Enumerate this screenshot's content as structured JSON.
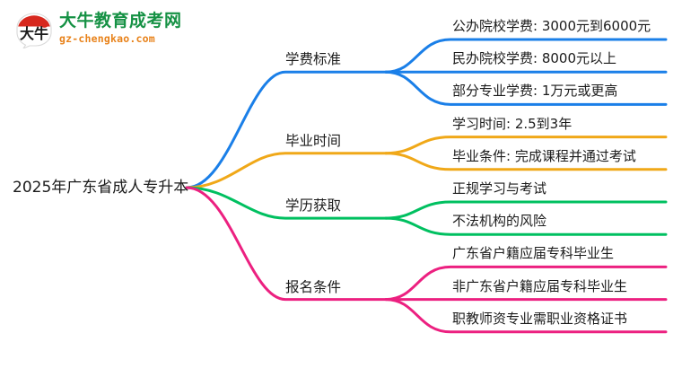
{
  "logo": {
    "mark_name": "da-niu-speech-bubble-logo",
    "mark_text": "大牛",
    "title": "大牛教育成考网",
    "url": "gz-chengkao.com",
    "title_color": "#159144",
    "url_color": "#e8821a",
    "mark_arc_color": "#d7281e"
  },
  "mindmap": {
    "root": "2025年广东省成人专升本",
    "branches": [
      {
        "label": "学费标准",
        "color": "#1a7fe8",
        "children": [
          "公办院校学费: 3000元到6000元",
          "民办院校学费: 8000元以上",
          "部分专业学费: 1万元或更高"
        ]
      },
      {
        "label": "毕业时间",
        "color": "#f0a818",
        "children": [
          "学习时间: 2.5到3年",
          "毕业条件: 完成课程并通过考试"
        ]
      },
      {
        "label": "学历获取",
        "color": "#00c060",
        "children": [
          "正规学习与考试",
          "不法机构的风险"
        ]
      },
      {
        "label": "报名条件",
        "color": "#ec2080",
        "children": [
          "广东省户籍应届专科毕业生",
          "非广东省户籍应届专科毕业生",
          "职教师资专业需职业资格证书"
        ]
      }
    ]
  }
}
